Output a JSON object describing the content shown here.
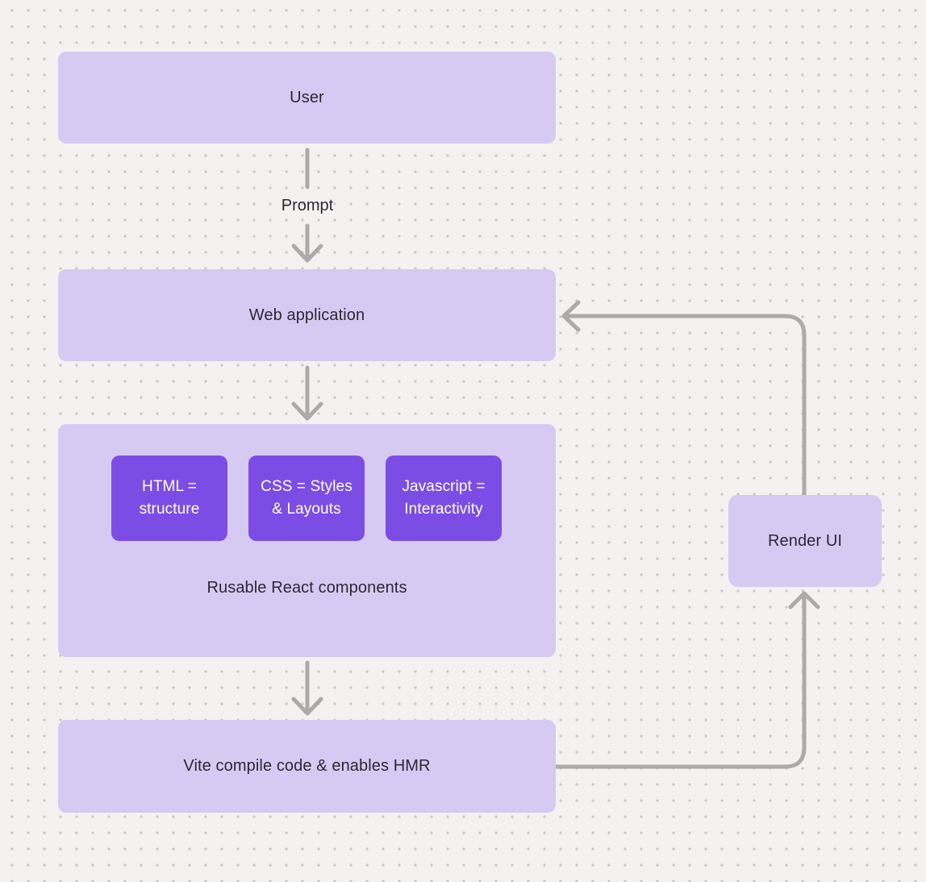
{
  "diagram": {
    "nodes": {
      "user": {
        "label": "User"
      },
      "web_application": {
        "label": "Web application"
      },
      "components_group": {
        "label": "Rusable React components",
        "children": [
          {
            "label": "HTML = structure"
          },
          {
            "label": "CSS = Styles & Layouts"
          },
          {
            "label": "Javascript = Interactivity"
          }
        ]
      },
      "vite": {
        "label": "Vite compile code & enables HMR"
      },
      "render_ui": {
        "label": "Render UI"
      }
    },
    "edges": {
      "prompt_label": "Prompt"
    },
    "colors": {
      "background": "#F3F2F0",
      "dot": "#C9C7C5",
      "node_fill": "#D6CAF2",
      "inner_fill": "#7C4DE4",
      "inner_text": "#FFFFFF",
      "text": "#2B2833",
      "arrow": "#ABABAB"
    }
  }
}
